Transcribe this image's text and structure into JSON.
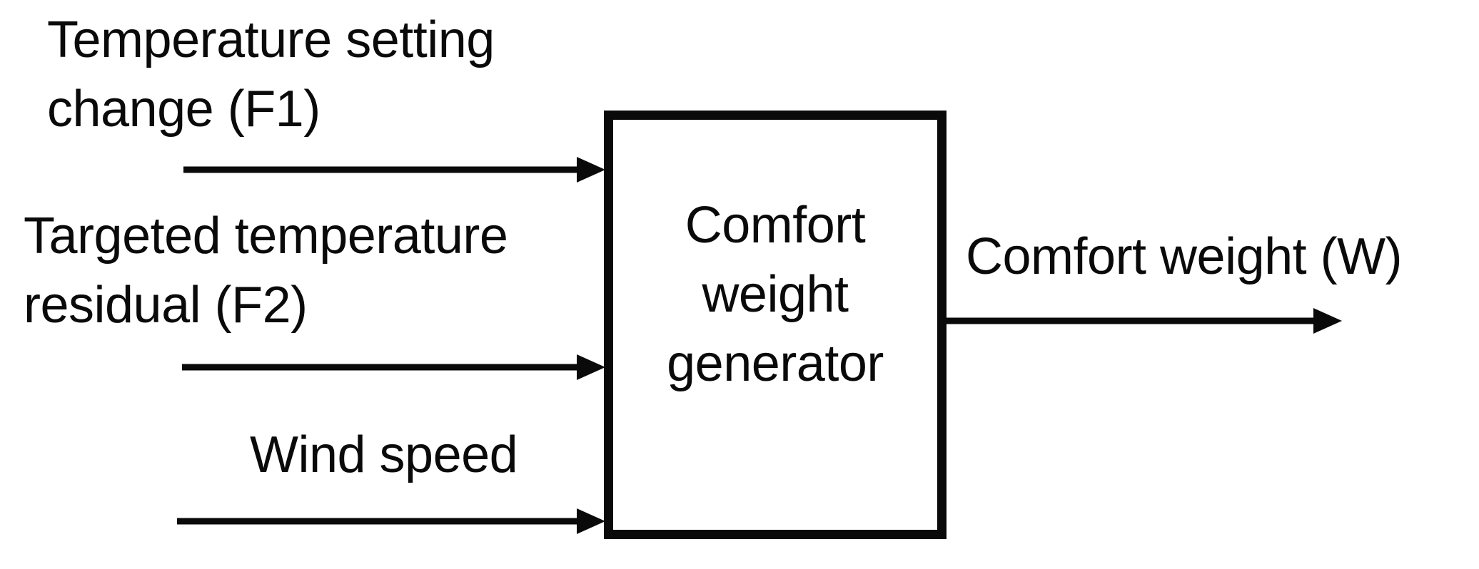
{
  "diagram": {
    "type": "block-diagram",
    "block": {
      "label": "Comfort\nweight\ngenerator"
    },
    "inputs": [
      {
        "label": "Temperature setting\nchange (F1)"
      },
      {
        "label": "Targeted temperature\nresidual (F2)"
      },
      {
        "label": "Wind speed"
      }
    ],
    "output": {
      "label": "Comfort weight (W)"
    },
    "colors": {
      "ink": "#0a0a0a",
      "background": "#ffffff"
    }
  }
}
